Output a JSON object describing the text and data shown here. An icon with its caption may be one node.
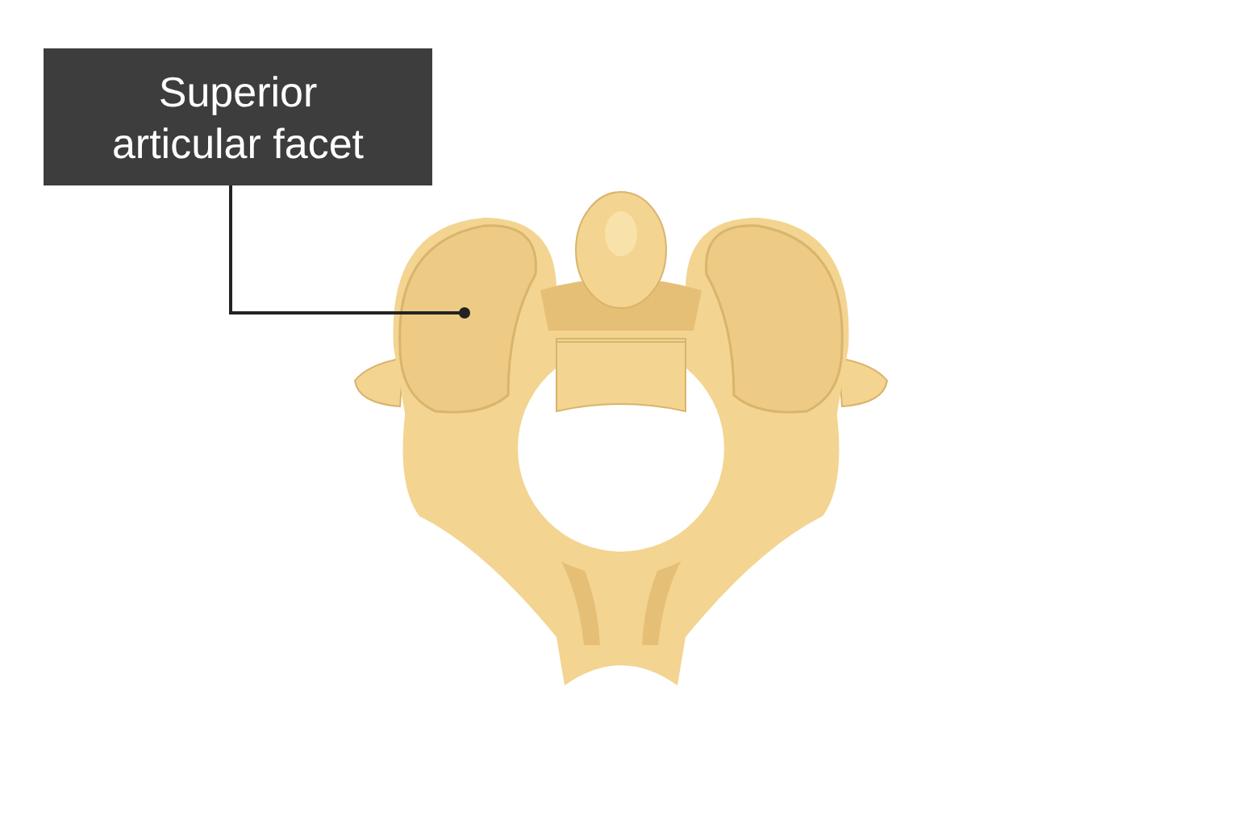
{
  "diagram": {
    "nodes": [
      {
        "text": [
          "Superior articular facet"
        ]
      },
      {
        "text": [],
        "shape": "box"
      }
    ],
    "edges": [
      {
        "from": 0,
        "to": 1,
        "arrow": "other"
      }
    ]
  }
}
